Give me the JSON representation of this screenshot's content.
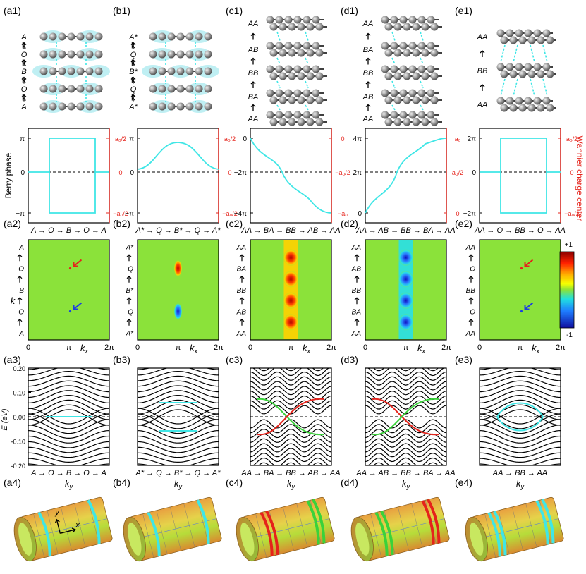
{
  "panel_labels": [
    "(a1)",
    "(b1)",
    "(c1)",
    "(d1)",
    "(e1)",
    "(a2)",
    "(b2)",
    "(c2)",
    "(d2)",
    "(e2)",
    "(a3)",
    "(b3)",
    "(c3)",
    "(d3)",
    "(e3)",
    "(a4)",
    "(b4)",
    "(c4)",
    "(d4)",
    "(e4)"
  ],
  "stacks": [
    [
      "A",
      "O",
      "B",
      "O",
      "A"
    ],
    [
      "A*",
      "Q",
      "B*",
      "Q",
      "A*"
    ],
    [
      "AA",
      "AB",
      "BB",
      "BA",
      "AA"
    ],
    [
      "AA",
      "BA",
      "BB",
      "AB",
      "AA"
    ],
    [
      "AA",
      "BB",
      "AA"
    ]
  ],
  "row1_xlabels": [
    "A → O → B → O → A",
    "A* → Q → B* → Q → A*",
    "AA → BA → BB → AB → AA",
    "AA → AB → BB → BA → AA",
    "AA → O → BB → O → AA"
  ],
  "berry_ylabel": "Berry phase",
  "wannier_ylabel": "Wannier charge center",
  "berry_ticks": [
    [
      "π",
      "0",
      "−π"
    ],
    [
      "π",
      "0",
      "−π"
    ],
    [
      "0",
      "−2π",
      "−4π"
    ],
    [
      "4π",
      "2π",
      "0"
    ],
    [
      "2π",
      "0",
      "−2π"
    ]
  ],
  "wannier_ticks": [
    [
      "a₀/2",
      "0",
      "−a₀/2"
    ],
    [
      "a₀/2",
      "0",
      "−a₀/2"
    ],
    [
      "0",
      "−a₀/2",
      "−a₀"
    ],
    [
      "a₀",
      "a₀/2",
      "0"
    ],
    [
      "a₀/2",
      "0",
      "−a₀/2"
    ]
  ],
  "row2_yticks": [
    [
      "A",
      "O",
      "B",
      "O",
      "A"
    ],
    [
      "A*",
      "Q",
      "B*",
      "Q",
      "A*"
    ],
    [
      "AA",
      "AB",
      "BB",
      "BA",
      "AA"
    ],
    [
      "AA",
      "BA",
      "BB",
      "AB",
      "AA"
    ],
    [
      "AA",
      "O",
      "BB",
      "O",
      "AA"
    ]
  ],
  "row2_xticks": [
    "0",
    "π",
    "2π"
  ],
  "kx_label": "k",
  "kx_sub": "x",
  "ky_label": "k",
  "ky_sub": "y",
  "colorbar": {
    "max": "+1",
    "min": "-1"
  },
  "row3_yticks": [
    "0.20",
    "0.10",
    "0.00",
    "-0.10",
    "-0.20"
  ],
  "row3_ylabel": "E (eV)",
  "row3_xlabels": [
    "A → O → B → O → A",
    "A* → Q → B* → Q → A*",
    "AA → BA → BB → AB → AA",
    "AA → AB → BB → BA → AA",
    "AA → BB → AA"
  ],
  "row4_axis": {
    "y": "y",
    "x": "x"
  },
  "colors": {
    "cyan": "#3fe6e6",
    "red": "#e5231b",
    "green": "#3ad23a",
    "field": "#8be23a",
    "blue": "#1d3fe0"
  }
}
